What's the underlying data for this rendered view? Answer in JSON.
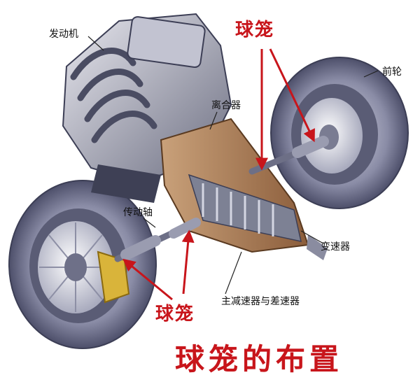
{
  "title": "球笼的布置",
  "labels": {
    "engine": "发动机",
    "front_wheel": "前轮",
    "clutch": "离合器",
    "drive_shaft": "传动轴",
    "gearbox": "变速器",
    "final_drive": "主减速器与差速器",
    "cv_joint_top": "球笼",
    "cv_joint_bottom": "球笼"
  },
  "colors": {
    "accent_red": "#c8151b",
    "label_text": "#111111"
  }
}
